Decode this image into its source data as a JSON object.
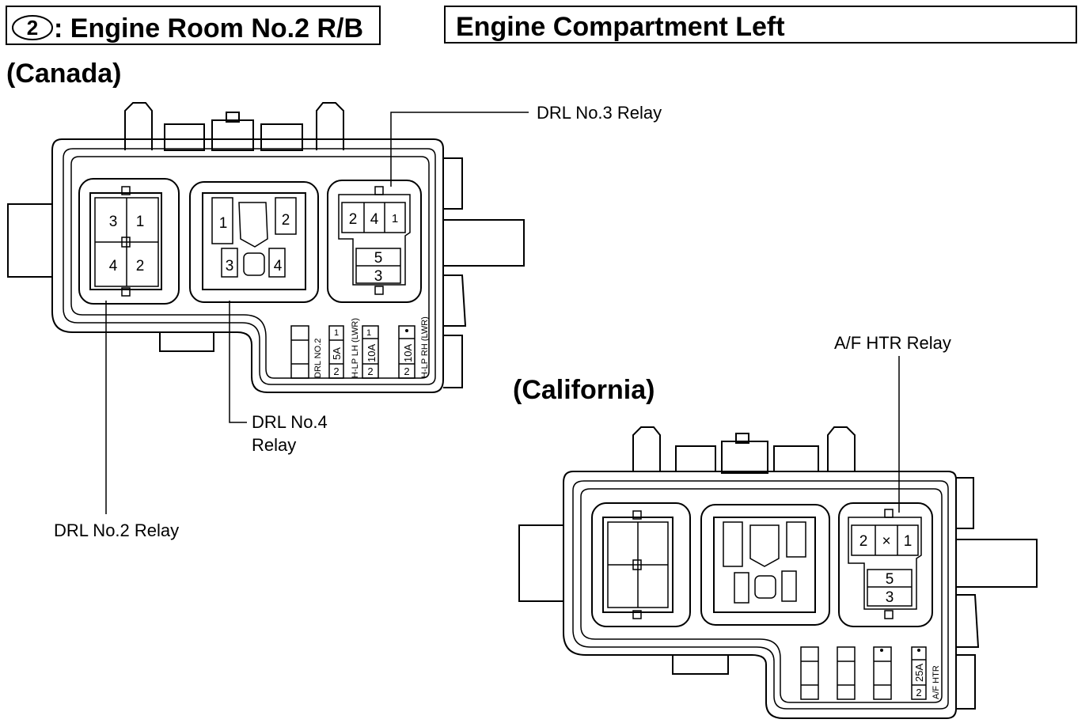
{
  "header": {
    "circle_number": "2",
    "title": ": Engine Room No.2 R/B",
    "location": "Engine Compartment Left"
  },
  "canada": {
    "title": "(Canada)",
    "labels": {
      "drl3": "DRL No.3 Relay",
      "drl4_line1": "DRL No.4",
      "drl4_line2": "Relay",
      "drl2": "DRL No.2 Relay"
    },
    "relay_left_pins": [
      "3",
      "1",
      "4",
      "2"
    ],
    "relay_mid_pins": [
      "1",
      "2",
      "3",
      "4"
    ],
    "relay_right_pins": [
      "2",
      "4",
      "1",
      "5",
      "3"
    ],
    "fuses": {
      "drl2_name": "DRL NO.2",
      "drl2_amp": "5A",
      "drl2_top": "1",
      "drl2_bottom": "2",
      "hlp_lh_name": "H-LP LH (LWR)",
      "hlp_lh_amp": "10A",
      "hlp_lh_top": "1",
      "hlp_lh_bottom": "2",
      "hlp_rh_name": "H-LP RH (LWR)",
      "hlp_rh_amp": "10A",
      "hlp_rh_bottom": "2"
    }
  },
  "california": {
    "title": "(California)",
    "labels": {
      "af_htr": "A/F HTR Relay"
    },
    "relay_right_pins": [
      "2",
      "×",
      "1",
      "5",
      "3"
    ],
    "fuse": {
      "name": "A/F HTR",
      "amp": "25A",
      "bottom": "2"
    }
  }
}
